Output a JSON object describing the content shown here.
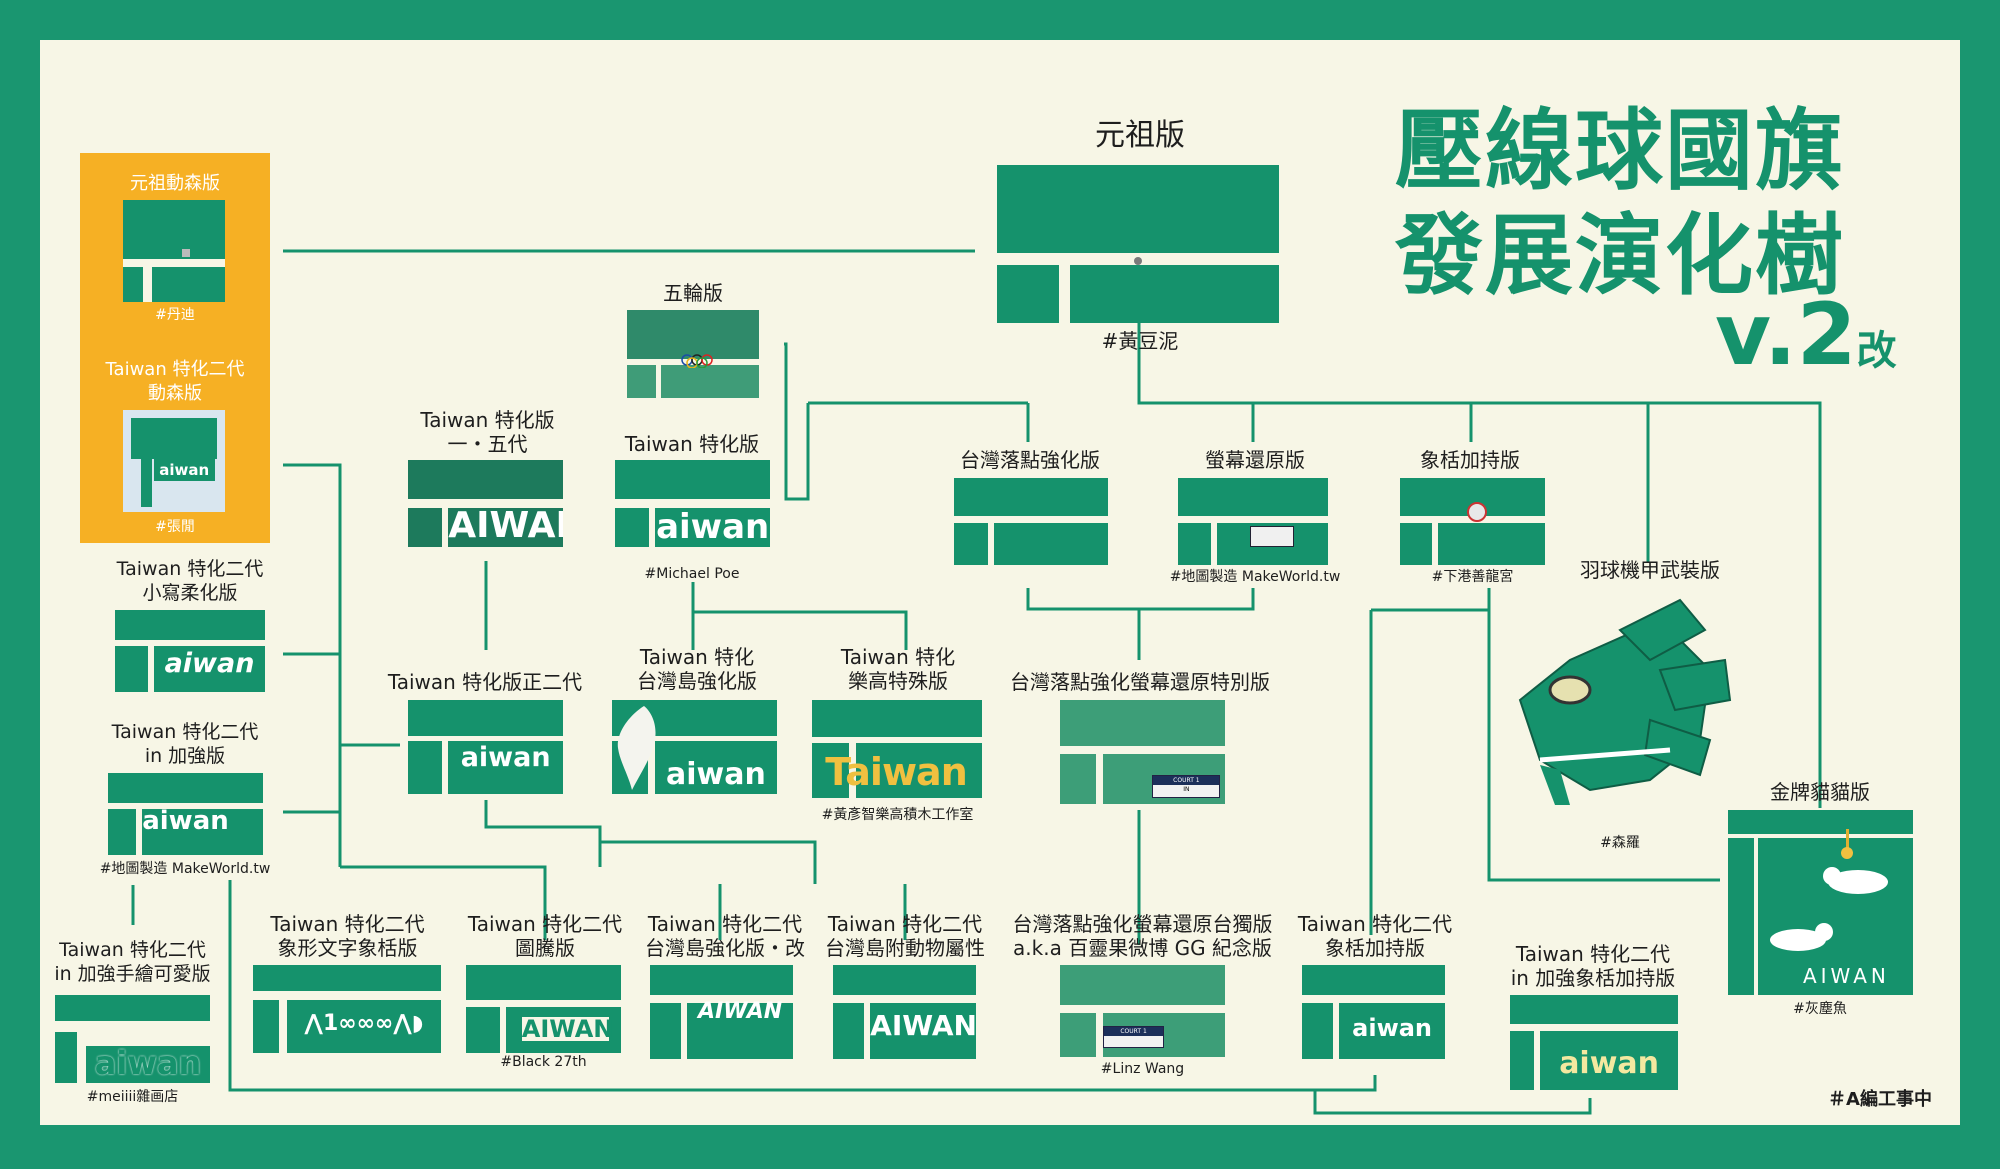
{
  "title": {
    "line1": "壓線球國旗",
    "line2": "發展演化樹",
    "version": "v.2",
    "version_suffix": "改"
  },
  "footer": "＃A編工事中",
  "nodes": {
    "origin": {
      "label": "元祖版",
      "credit": "#黃豆泥"
    },
    "animal_crossing": {
      "label": "元祖動森版",
      "credit": "#丹迪"
    },
    "tw2_animal_crossing": {
      "label": "Taiwan 特化二代\n動森版",
      "credit": "#張閒",
      "word": "aiwan"
    },
    "olympic": {
      "label": "五輪版"
    },
    "tw_v15": {
      "label": "Taiwan 特化版\n一・五代",
      "word": "AIWAN"
    },
    "tw": {
      "label": "Taiwan 特化版",
      "credit": "#Michael Poe",
      "word": "aiwan"
    },
    "dot_enhanced": {
      "label": "台灣落點強化版"
    },
    "screen_restore": {
      "label": "螢幕還原版",
      "credit": "#地圖製造 MakeWorld.tw"
    },
    "nut_bonus": {
      "label": "象栝加持版",
      "credit": "#下港善龍宮"
    },
    "badminton_mech": {
      "label": "羽球機甲武裝版",
      "credit": "#森羅"
    },
    "tw2_cute": {
      "label": "Taiwan 特化二代\n小寫柔化版",
      "word": "aiwan"
    },
    "tw2_plus": {
      "label": "Taiwan 特化二代\nin 加強版",
      "credit": "#地圖製造 MakeWorld.tw",
      "word": "aiwan"
    },
    "tw_2nd": {
      "label": "Taiwan 特化版正二代",
      "word": "aiwan"
    },
    "tw_island": {
      "label": "Taiwan 特化\n台灣島強化版",
      "word": "aiwan"
    },
    "tw_lego": {
      "label": "Taiwan 特化\n樂高特殊版",
      "credit": "#黃彥智樂高積木工作室",
      "word": "Taiwan"
    },
    "dot_screen_special": {
      "label": "台灣落點強化螢幕還原特別版",
      "court_text": "COURT 1",
      "court_sub": "IN"
    },
    "gold_cat": {
      "label": "金牌貓貓版",
      "credit": "#灰塵魚",
      "word": "AIWAN"
    },
    "tw2_handdrawn": {
      "label": "Taiwan 特化二代\nin 加強手繪可愛版",
      "credit": "#meiiii雜画店",
      "word": "aiwan"
    },
    "tw2_pictograph": {
      "label": "Taiwan 特化二代\n象形文字象栝版",
      "word": "⋀1∞∞∞⋀◗"
    },
    "tw2_totem": {
      "label": "Taiwan 特化二代\n圖騰版",
      "credit": "#Black 27th",
      "word": "AIWAN"
    },
    "tw2_island_mod": {
      "label": "Taiwan 特化二代\n台灣島強化版・改",
      "word": "AIWAN"
    },
    "tw2_island_animal": {
      "label": "Taiwan 特化二代\n台灣島附動物屬性",
      "word": "AIWAN"
    },
    "dot_screen_exclusive": {
      "label": "台灣落點強化螢幕還原台獨版\na.k.a 百靈果微博 GG 紀念版",
      "credit": "#Linz Wang",
      "court_text": "COURT 1"
    },
    "tw2_nut": {
      "label": "Taiwan 特化二代\n象栝加持版",
      "word": "aiwan"
    },
    "tw2_plus_nut": {
      "label": "Taiwan 特化二代\nin 加強象栝加持版",
      "word": "aiwan"
    }
  },
  "colors": {
    "frame": "#1a9670",
    "background": "#f7f6e6",
    "flag_green": "#15926c",
    "accent_yellow": "#f6b024"
  }
}
